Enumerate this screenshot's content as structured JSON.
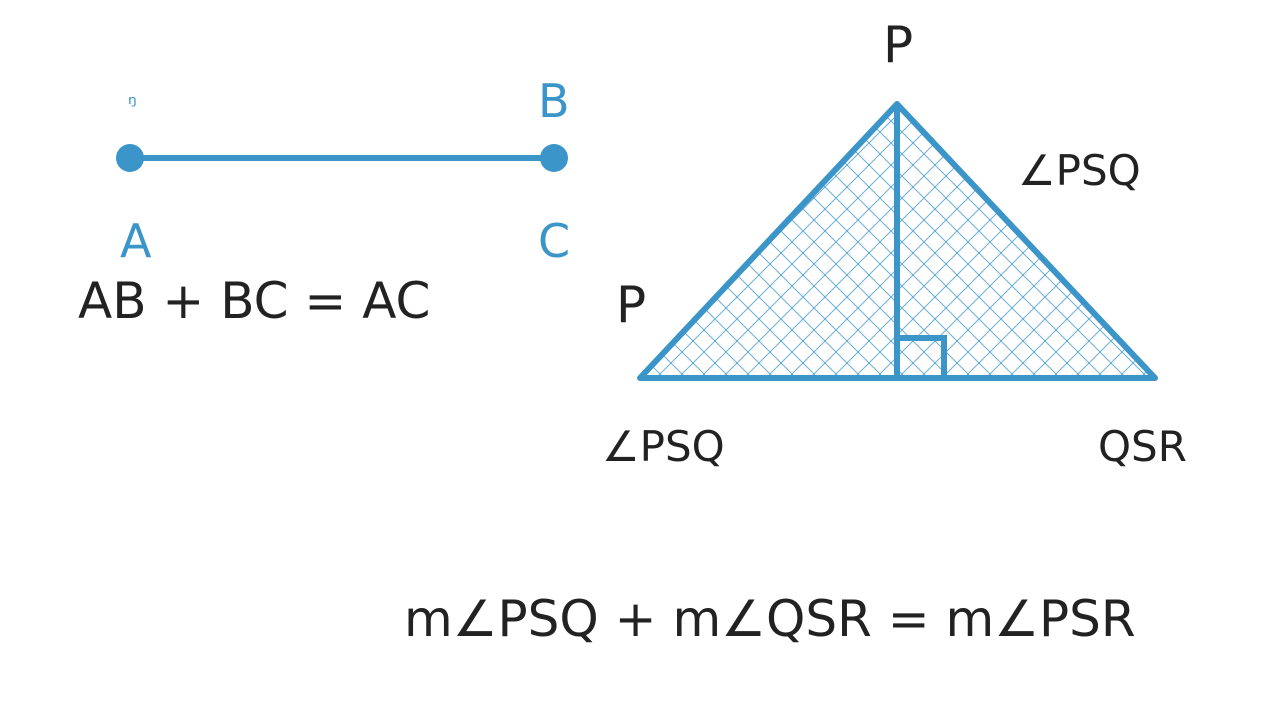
{
  "segment": {
    "stray_mark": "ᵑ",
    "point_b": "B",
    "point_a": "A",
    "point_c": "C",
    "equation": "AB + BC = AC"
  },
  "triangle": {
    "apex_label": "P",
    "left_label": "P",
    "right_angle_label": "∠PSQ",
    "bottom_left_label": "∠PSQ",
    "bottom_right_label": "QSR",
    "equation": "m∠PSQ + m∠QSR = m∠PSR"
  },
  "colors": {
    "accent": "#3b95c8",
    "text": "#222222",
    "background": "#ffffff"
  }
}
